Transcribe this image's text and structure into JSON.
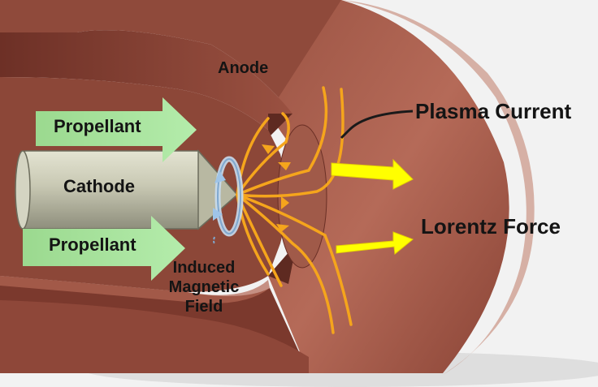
{
  "labels": {
    "anode": "Anode",
    "plasma_current": "Plasma Current",
    "lorentz_force": "Lorentz Force",
    "propellant_top": "Propellant",
    "propellant_bottom": "Propellant",
    "cathode": "Cathode",
    "induced_field": [
      "Induced",
      "Magnetic",
      "Field"
    ]
  },
  "colors": {
    "anode_body": "#8e4a3c",
    "anode_highlight": "#b66b5a",
    "anode_shadow": "#5a2820",
    "cathode": "#c9c9b5",
    "propellant_arrow": "#a6e29a",
    "current_lines": "#f5a51c",
    "lorentz_arrow": "#ffff00",
    "field_ring": "#9fc4e8"
  }
}
